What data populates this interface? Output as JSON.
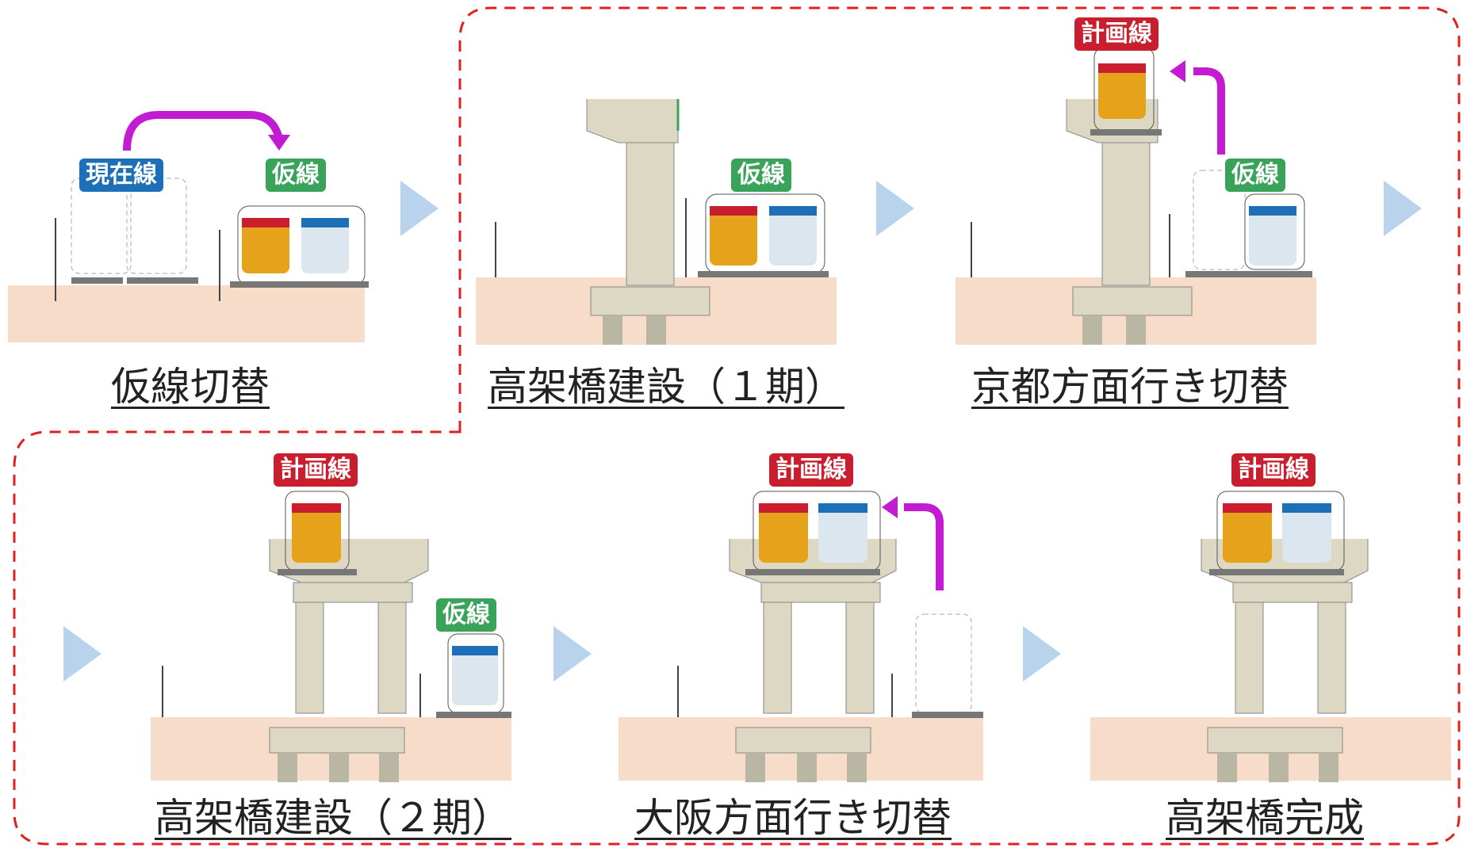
{
  "steps": [
    {
      "caption": "仮線切替"
    },
    {
      "caption": "高架橋建設（１期）"
    },
    {
      "caption": "京都方面行き切替"
    },
    {
      "caption": "高架橋建設（２期）"
    },
    {
      "caption": "大阪方面行き切替"
    },
    {
      "caption": "高架橋完成"
    }
  ],
  "labels": {
    "current": "現在線",
    "temporary": "仮線",
    "planned": "計画線"
  },
  "colors": {
    "ground": "#f6dcc9",
    "concrete": "#dcd8c3",
    "arrow": "#c21bd1",
    "next_arrow": "#b9d3ec",
    "dashed_border": "#e02020"
  }
}
